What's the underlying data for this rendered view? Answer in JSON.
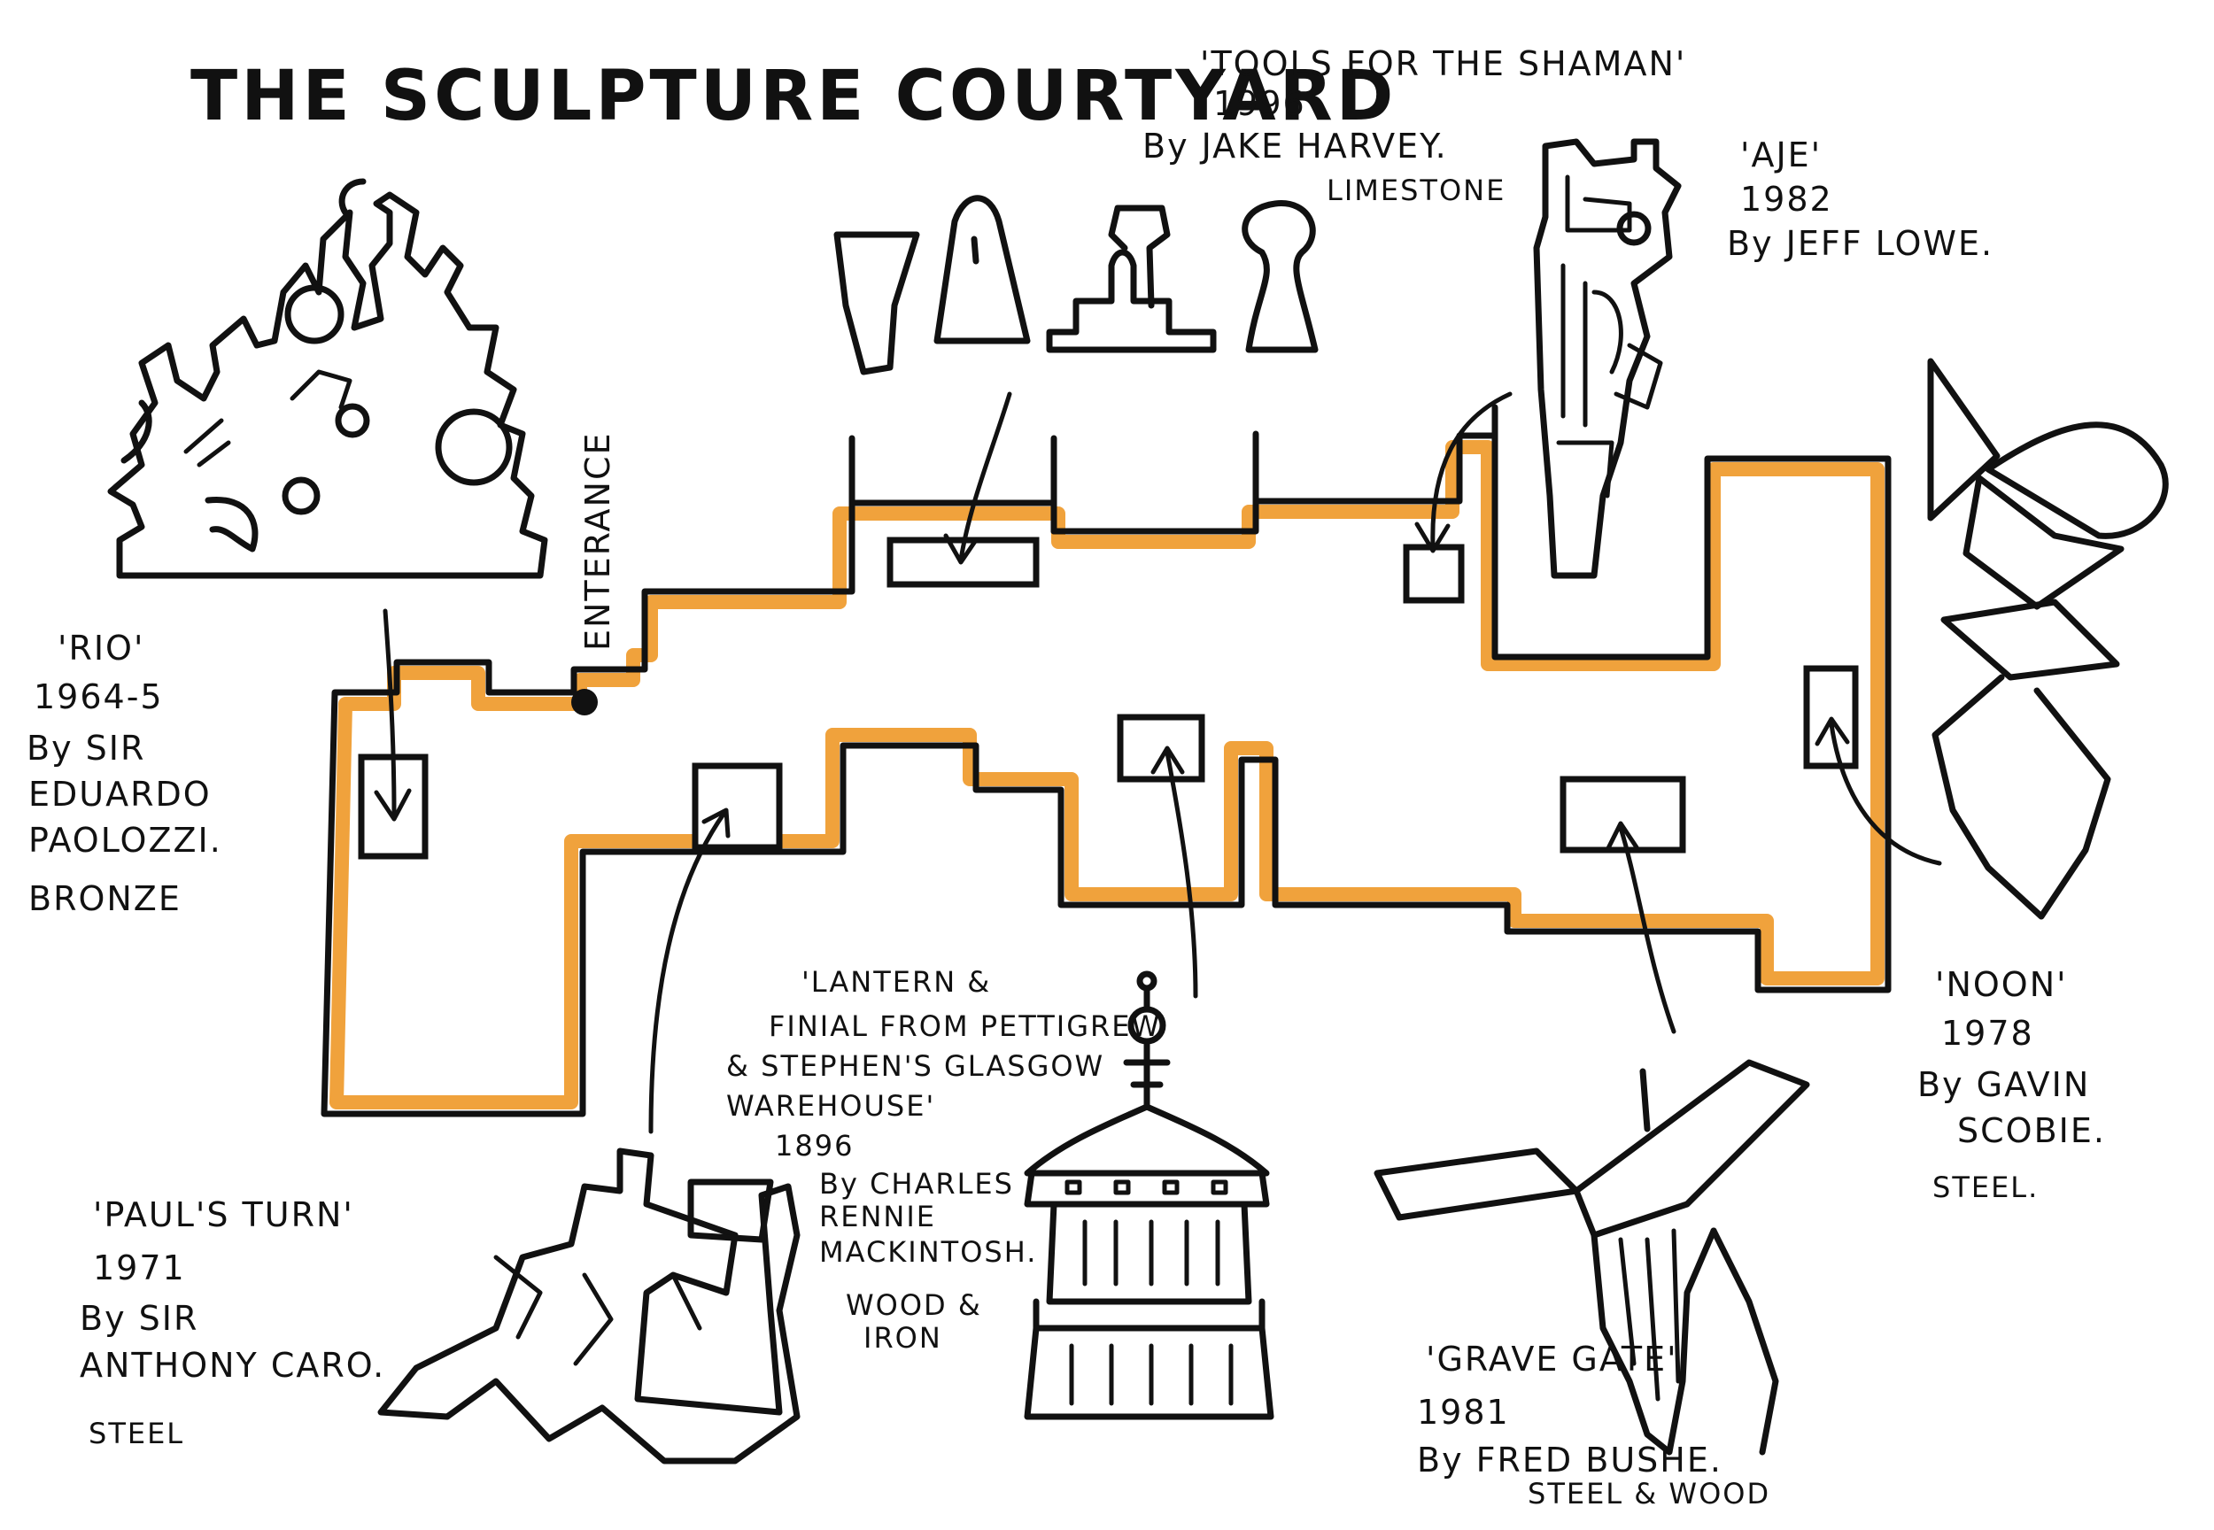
{
  "title": "THE SCULPTURE COURTYARD",
  "entrance_label": "ENTERANCE",
  "accent_color": "#f0a23c",
  "ink_color": "#111111",
  "sculptures": {
    "rio": {
      "name": "'RIO'",
      "year": "1964-5",
      "artist_1": "By SIR",
      "artist_2": "EDUARDO",
      "artist_3": "PAOLOZZI.",
      "material": "BRONZE"
    },
    "tools_for_the_shaman": {
      "name": "'TOOLS FOR THE SHAMAN'",
      "year": "1996",
      "artist": "By JAKE HARVEY.",
      "material": "LIMESTONE"
    },
    "aje": {
      "name": "'AJE'",
      "year": "1982",
      "artist": "By JEFF LOWE."
    },
    "noon": {
      "name": "'NOON'",
      "year": "1978",
      "artist_1": "By GAVIN",
      "artist_2": "SCOBIE.",
      "material": "STEEL."
    },
    "lantern": {
      "name_1": "'LANTERN &",
      "name_2": "FINIAL FROM PETTIGREW",
      "name_3": "& STEPHEN'S GLASGOW",
      "name_4": "WAREHOUSE'",
      "year": "1896",
      "artist_1": "By CHARLES",
      "artist_2": "RENNIE",
      "artist_3": "MACKINTOSH.",
      "material_1": "WOOD &",
      "material_2": "IRON"
    },
    "pauls_turn": {
      "name": "'PAUL'S TURN'",
      "year": "1971",
      "artist_1": "By SIR",
      "artist_2": "ANTHONY CARO.",
      "material": "STEEL"
    },
    "grave_gate": {
      "name": "'GRAVE GATE'",
      "year": "1981",
      "artist": "By FRED BUSHE.",
      "material": "STEEL & WOOD"
    }
  }
}
